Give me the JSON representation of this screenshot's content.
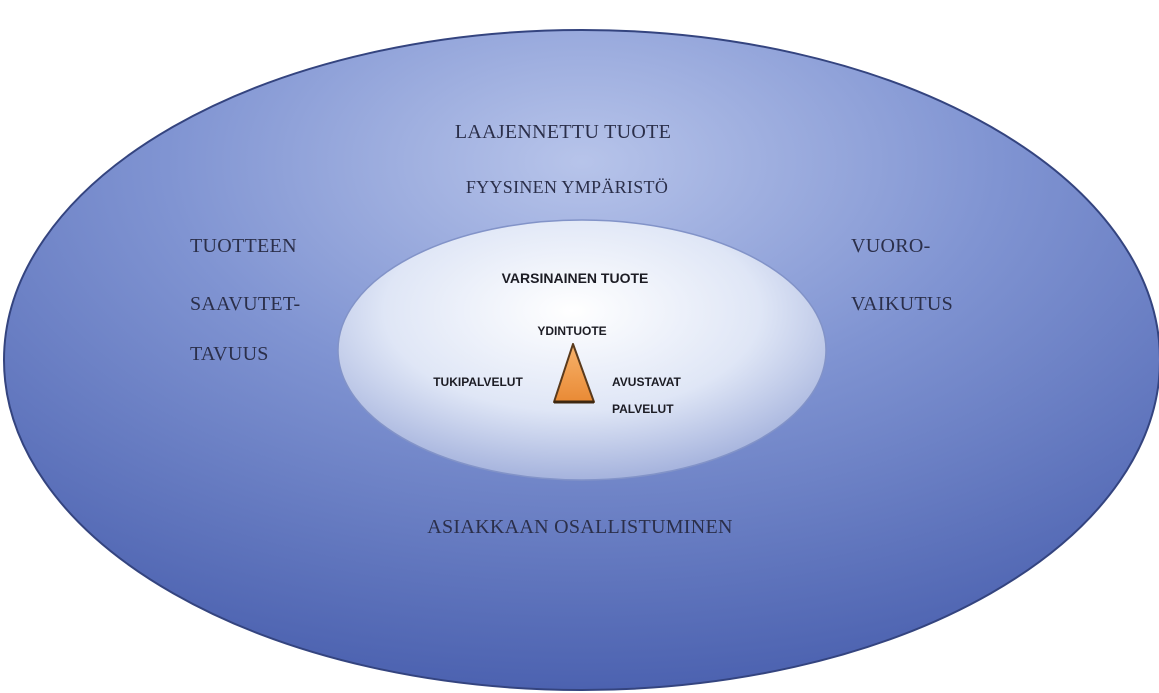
{
  "outer_ring": {
    "title": "LAAJENNETTU TUOTE",
    "subtitle": "FYYSINEN YMPÄRISTÖ",
    "left_lines": [
      "TUOTTEEN",
      "SAAVUTET-",
      "TAVUUS"
    ],
    "right_lines": [
      "VUORO-",
      "VAIKUTUS"
    ],
    "bottom": "ASIAKKAAN OSALLISTUMINEN"
  },
  "inner_ring": {
    "title": "VARSINAINEN TUOTE",
    "core": "YDINTUOTE",
    "left": "TUKIPALVELUT",
    "right_lines": [
      "AVUSTAVAT",
      "PALVELUT"
    ]
  },
  "colors": {
    "outer_light": "#a9b8e4",
    "outer_dark": "#4f66b5",
    "outer_stroke": "#2f3f7e",
    "inner_light": "#ffffff",
    "inner_dark": "#8fa0d2",
    "triangle_fill": "#f09a4a",
    "triangle_stroke": "#5a3a1c"
  }
}
